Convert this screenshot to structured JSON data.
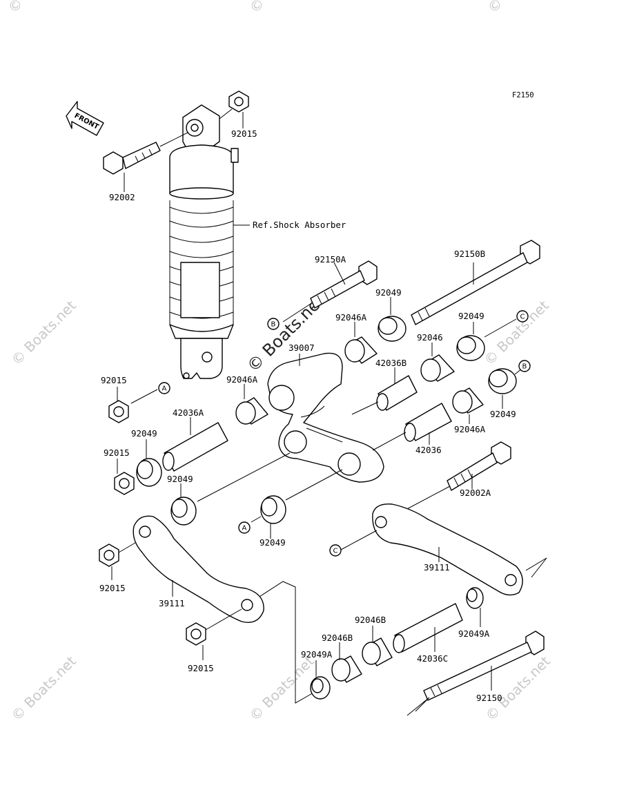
{
  "figure_code": "F2150",
  "front_marker": "FRONT",
  "reference_label": "Ref.Shock Absorber",
  "watermark": "© Boats.net",
  "callouts": {
    "A": "A",
    "B": "B",
    "C": "C"
  },
  "part_labels": {
    "p92015_top": "92015",
    "p92002": "92002",
    "p92150A": "92150A",
    "p92150B": "92150B",
    "p92049_a": "92049",
    "p92046A_a": "92046A",
    "p92049_b": "92049",
    "p39007": "39007",
    "p92046": "92046",
    "p42036B": "42036B",
    "p92015_mid": "92015",
    "p92046A_b": "92046A",
    "p42036A": "42036A",
    "p92049_c": "92049",
    "p92015_left": "92015",
    "p92049_d": "92049",
    "p92049_e": "92049",
    "p92046A_c": "92046A",
    "p42036": "42036",
    "p92002A": "92002A",
    "p92049_f": "92049",
    "p92015_lower": "92015",
    "p39111_left": "39111",
    "p39111_right": "39111",
    "p92015_bottom": "92015",
    "p92046B_a": "92046B",
    "p92046B_b": "92046B",
    "p92049A_a": "92049A",
    "p42036C": "42036C",
    "p92049A_b": "92049A",
    "p92150": "92150"
  }
}
